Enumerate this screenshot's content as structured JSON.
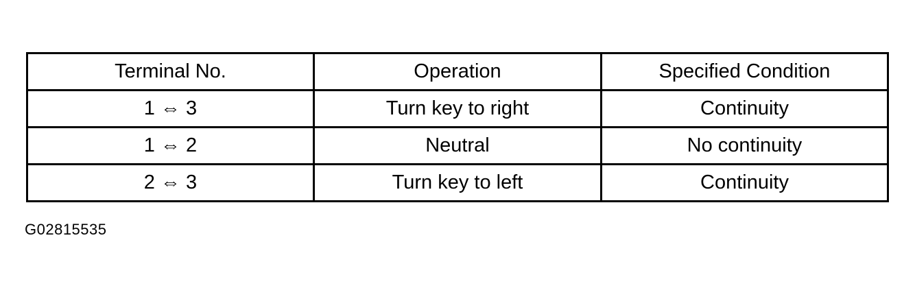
{
  "table": {
    "headers": [
      "Terminal No.",
      "Operation",
      "Specified Condition"
    ],
    "rows": [
      {
        "terminal": "1 ⇔ 3",
        "operation": "Turn key to right",
        "condition": "Continuity"
      },
      {
        "terminal": "1 ⇔ 2",
        "operation": "Neutral",
        "condition": "No continuity"
      },
      {
        "terminal": "2 ⇔ 3",
        "operation": "Turn key to left",
        "condition": "Continuity"
      }
    ]
  },
  "figure_id": "G02815535"
}
